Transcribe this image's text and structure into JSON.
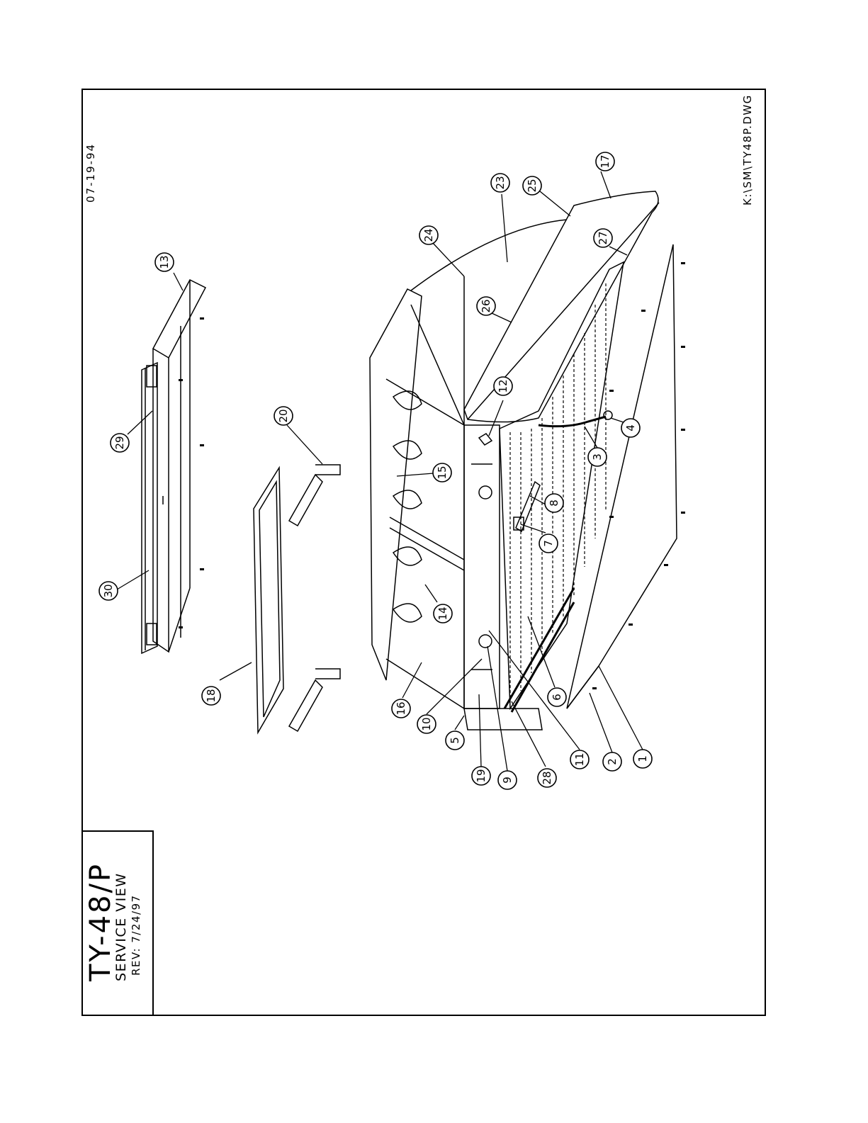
{
  "title_block": {
    "model": "TY-48/P",
    "view_name": "SERVICE VIEW",
    "revision": "REV: 7/24/97"
  },
  "drawing_date": "07-19-94",
  "file_path": "K:\\SM\\TY48P.DWG",
  "callouts": [
    {
      "id": "c1",
      "label": "1"
    },
    {
      "id": "c2",
      "label": "2"
    },
    {
      "id": "c3",
      "label": "3"
    },
    {
      "id": "c4",
      "label": "4"
    },
    {
      "id": "c5",
      "label": "5"
    },
    {
      "id": "c6",
      "label": "6"
    },
    {
      "id": "c7",
      "label": "7"
    },
    {
      "id": "c8",
      "label": "8"
    },
    {
      "id": "c9",
      "label": "9"
    },
    {
      "id": "c10",
      "label": "10"
    },
    {
      "id": "c11",
      "label": "11"
    },
    {
      "id": "c12",
      "label": "12"
    },
    {
      "id": "c13",
      "label": "13"
    },
    {
      "id": "c14",
      "label": "14"
    },
    {
      "id": "c15",
      "label": "15"
    },
    {
      "id": "c16",
      "label": "16"
    },
    {
      "id": "c17",
      "label": "17"
    },
    {
      "id": "c18",
      "label": "18"
    },
    {
      "id": "c19",
      "label": "19"
    },
    {
      "id": "c20",
      "label": "20"
    },
    {
      "id": "c23",
      "label": "23"
    },
    {
      "id": "c24",
      "label": "24"
    },
    {
      "id": "c25",
      "label": "25"
    },
    {
      "id": "c26",
      "label": "26"
    },
    {
      "id": "c27",
      "label": "27"
    },
    {
      "id": "c28",
      "label": "28"
    },
    {
      "id": "c29",
      "label": "29"
    },
    {
      "id": "c30",
      "label": "30"
    }
  ]
}
